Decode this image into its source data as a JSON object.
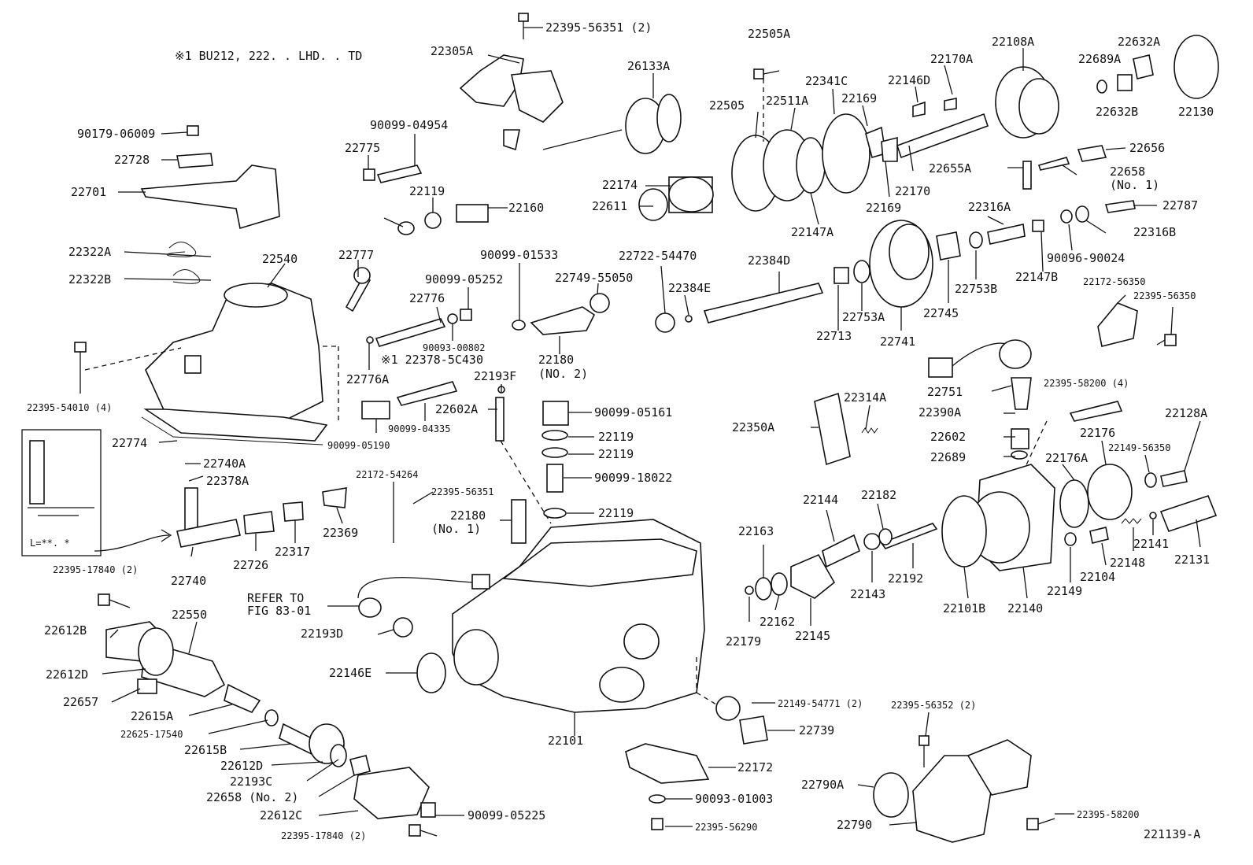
{
  "note": "※1  BU212, 222. . LHD. . TD",
  "figure_id": "221139-A",
  "refer_to": [
    "REFER TO",
    "FIG 83-01"
  ],
  "inset_label": "L=**. *",
  "labels": [
    "22395-56351 (2)",
    "22305A",
    "26133A",
    "22505A",
    "22108A",
    "22632A",
    "22170A",
    "22689A",
    "22341C",
    "22146D",
    "22632B",
    "22130",
    "22505",
    "22511A",
    "22169",
    "90179-06009",
    "90099-04954",
    "22728",
    "22775",
    "22656",
    "22655A",
    "22658",
    "(No. 1)",
    "22701",
    "22119",
    "22174",
    "22160",
    "22170",
    "22611",
    "22169",
    "22147A",
    "22787",
    "22316A",
    "22322A",
    "22316B",
    "22540",
    "22777",
    "90099-01533",
    "22722-54470",
    "22384D",
    "22322B",
    "90099-05252",
    "22749-55050",
    "22147B",
    "90096-90024",
    "22384E",
    "22776",
    "22753B",
    "22172-56350",
    "22395-56350",
    "22753A",
    "22745",
    "22713",
    "22741",
    "90093-00802",
    "※1 22378-5C430",
    "22180",
    "(NO. 2)",
    "22776A",
    "22193F",
    "22751",
    "22395-58200 (4)",
    "22395-54010 (4)",
    "22602A",
    "90099-05161",
    "22314A",
    "22390A",
    "22128A",
    "22350A",
    "22176",
    "22774",
    "90099-05190",
    "90099-04335",
    "22119",
    "22602",
    "22149-56350",
    "22176A",
    "22119",
    "22689",
    "22740A",
    "90099-18022",
    "22378A",
    "22172-54264",
    "22395-56351",
    "22144",
    "22182",
    "22163",
    "22180",
    "(No. 1)",
    "22119",
    "22369",
    "22317",
    "22141",
    "22148",
    "22131",
    "22726",
    "22740",
    "22143",
    "22192",
    "22104",
    "22395-17840 (2)",
    "22101B",
    "22140",
    "22149",
    "REFER TO",
    "FIG 83-01",
    "22550",
    "22612B",
    "22179",
    "22162",
    "22145",
    "22193D",
    "22612D",
    "22146E",
    "22657",
    "22149-54771 (2)",
    "22395-56352 (2)",
    "22615A",
    "22625-17540",
    "22739",
    "22101",
    "22615B",
    "22612D",
    "22172",
    "22193C",
    "22790A",
    "22658 (No. 2)",
    "90093-01003",
    "90099-05225",
    "22612C",
    "22395-58200",
    "22790",
    "22395-56290",
    "22395-17840 (2)",
    "221139-A"
  ]
}
